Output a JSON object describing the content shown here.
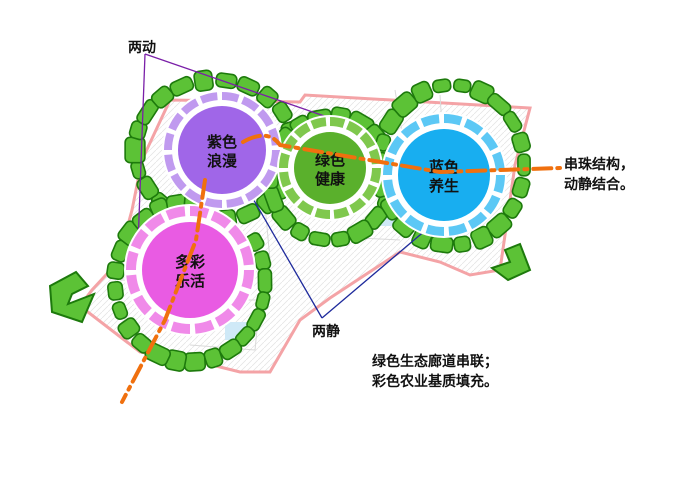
{
  "zones": [
    {
      "line1": "紫色",
      "line2": "浪漫",
      "fill": "#a066e8",
      "ring": "#c09aef"
    },
    {
      "line1": "绿色",
      "line2": "健康",
      "fill": "#5ab02c",
      "ring": "#7fc84d"
    },
    {
      "line1": "蓝色",
      "line2": "养生",
      "fill": "#18aef0",
      "ring": "#5cc8f5"
    },
    {
      "line1": "多彩",
      "line2": "乐活",
      "fill": "#e95be3",
      "ring": "#f08ae9"
    }
  ],
  "annotations": {
    "dynamic": "两动",
    "static": "两静",
    "string_1": "串珠结构，",
    "string_2": "动静结合。",
    "corridor_1": "绿色生态廊道串联；",
    "corridor_2": "彩色农业基质填充。"
  },
  "colors": {
    "boundary": "#f4a3a6",
    "green_blob": "#5cc236",
    "green_blob_stroke": "#1d7a0c",
    "axis": "#f0700e",
    "dynamic_line": "#7a1fa8",
    "static_line": "#1e2a9c"
  }
}
